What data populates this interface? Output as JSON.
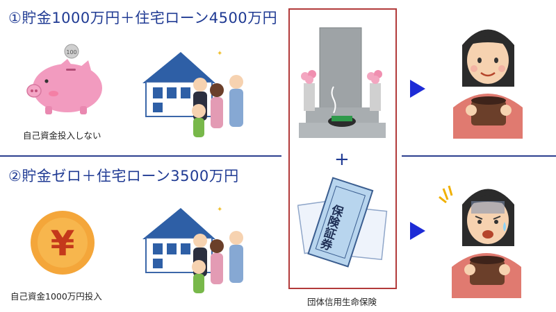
{
  "scenario1": {
    "heading": "①貯金1000万円＋住宅ローン4500万円",
    "caption": "自己資金投入しない",
    "coin_text": "100"
  },
  "scenario2": {
    "heading": "②貯金ゼロ＋住宅ローン3500万円",
    "caption": "自己資金1000万円投入",
    "yen_symbol": "¥"
  },
  "center": {
    "plus": "+",
    "caption": "団体信用生命保険",
    "document_text": "保険証券"
  },
  "icons": [
    "piggy-bank-icon",
    "family-house-icon",
    "grave-icon",
    "insurance-document-icon",
    "yen-coin-icon",
    "happy-woman-wallet-icon",
    "worried-woman-wallet-icon",
    "arrow-right-icon"
  ],
  "colors": {
    "heading": "#1f3a93",
    "divider": "#2c3e8f",
    "box_border": "#b23a3a",
    "arrow": "#1d2bd6"
  }
}
